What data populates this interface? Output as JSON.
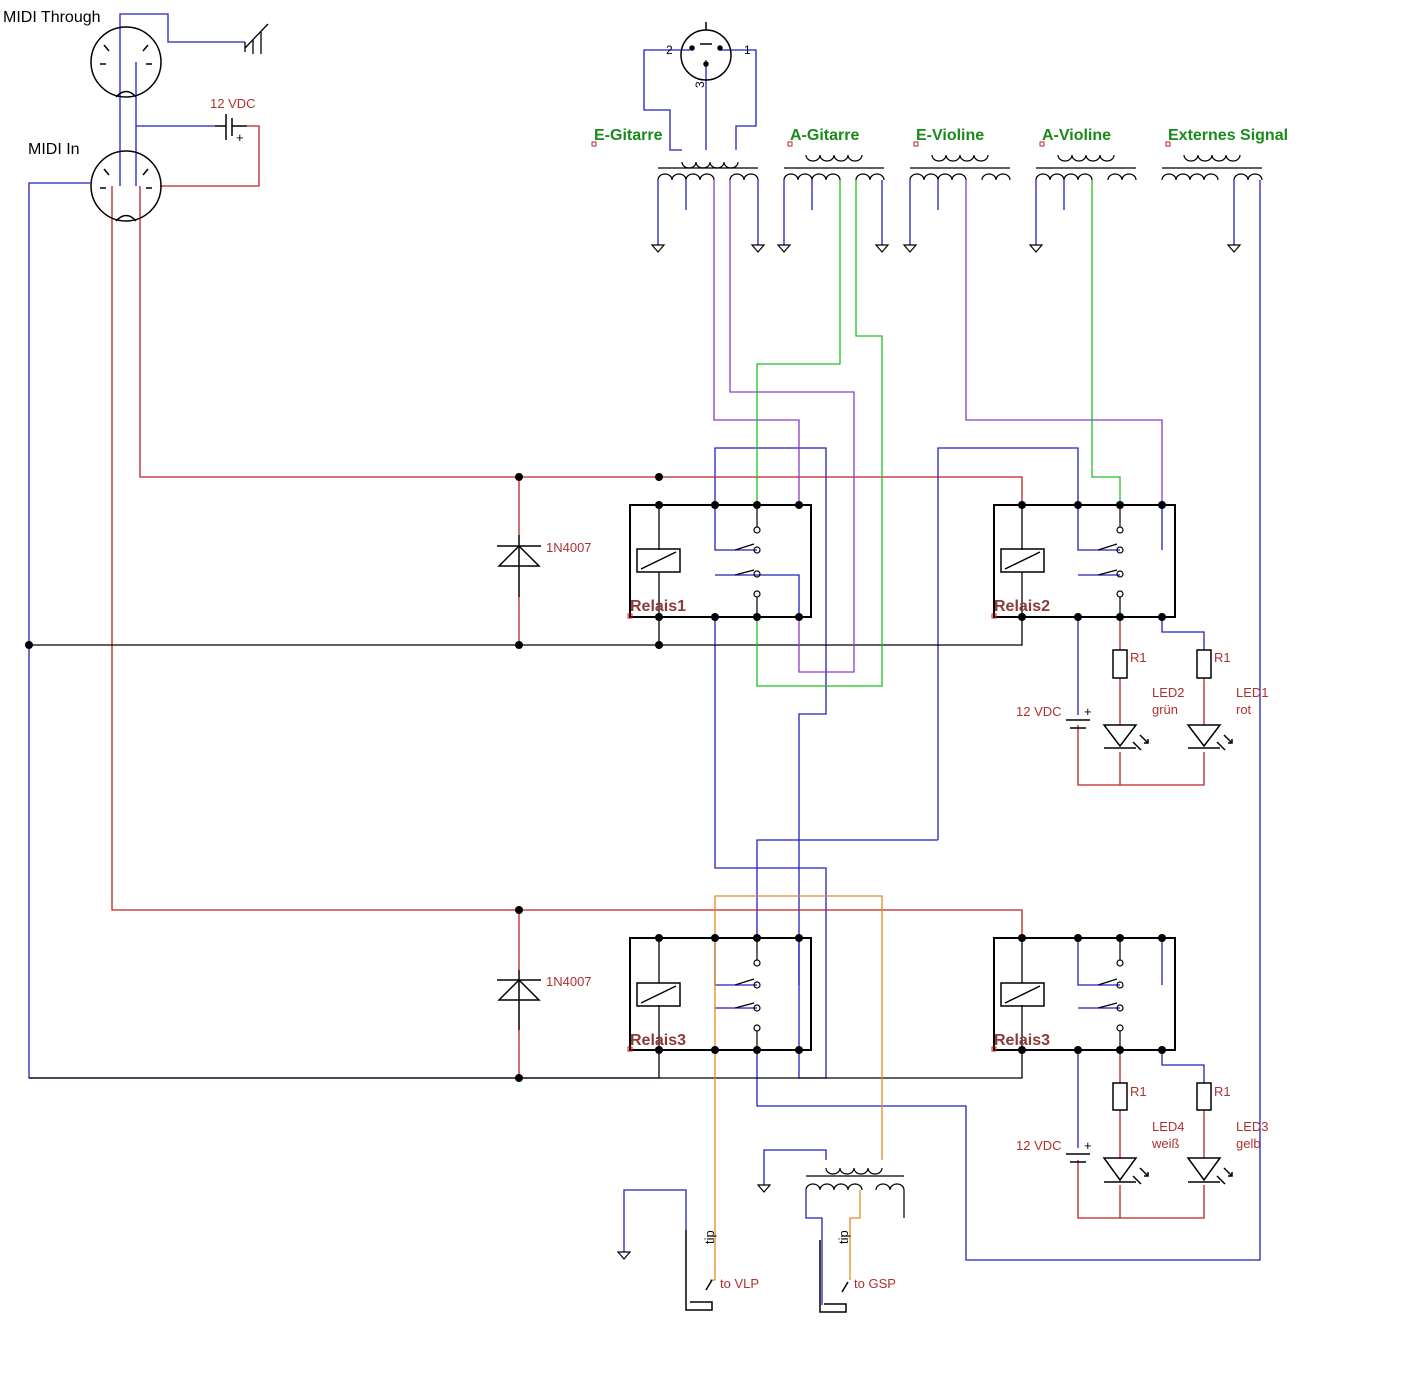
{
  "labels": {
    "midi_through": "MIDI Through",
    "midi_in": "MIDI In",
    "battery_top": "12 VDC",
    "pin2": "2",
    "pin1": "1",
    "pin3": "3",
    "e_gitarre": "E-Gitarre",
    "a_gitarre": "A-Gitarre",
    "e_violine": "E-Violine",
    "a_violine": "A-Violine",
    "externes_signal": "Externes Signal",
    "diode1": "1N4007",
    "diode2": "1N4007",
    "relais1": "Relais1",
    "relais2": "Relais2",
    "relais3a": "Relais3",
    "relais3b": "Relais3",
    "r1_a": "R1",
    "r1_b": "R1",
    "r1_c": "R1",
    "r1_d": "R1",
    "vdc_mid": "12 VDC",
    "vdc_low": "12 VDC",
    "led2_name": "LED2",
    "led2_color": "grün",
    "led1_name": "LED1",
    "led1_color": "rot",
    "led4_name": "LED4",
    "led4_color": "weiß",
    "led3_name": "LED3",
    "led3_color": "gelb",
    "tip1": "tip",
    "tip2": "tip",
    "to_vlp": "to VLP",
    "to_gsp": "to GSP",
    "plus1": "+",
    "plus2": "+",
    "plus3": "+"
  },
  "colors": {
    "blue": "#2020c0",
    "red": "#c02020",
    "black": "#000000",
    "purple": "#8a3ad0",
    "green": "#20c020",
    "orange": "#e08a20"
  }
}
